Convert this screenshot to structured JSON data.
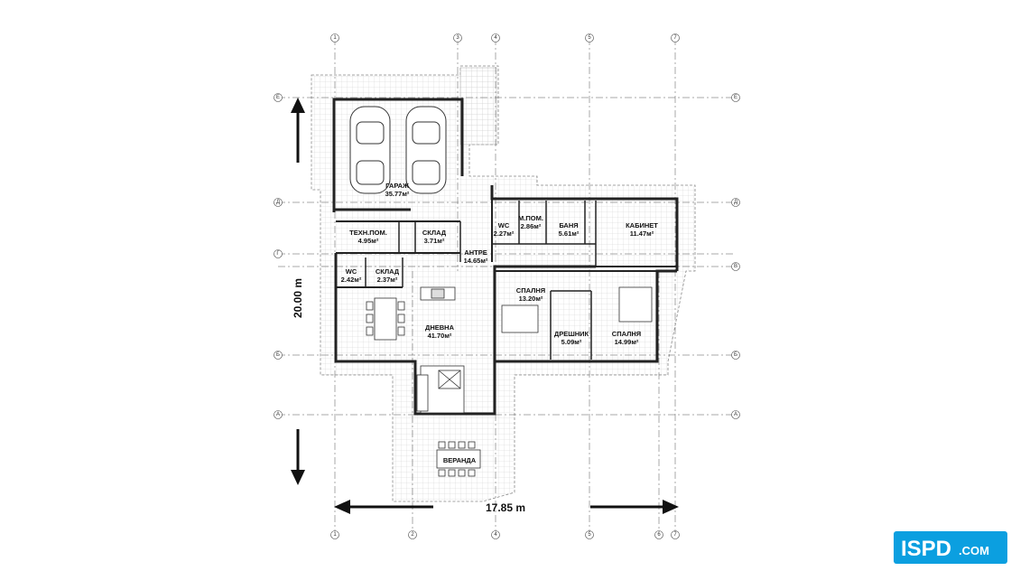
{
  "grid": {
    "vertical": [
      "1",
      "3",
      "4",
      "5",
      "7",
      "2",
      "4",
      "5",
      "6",
      "7"
    ],
    "horizontal": [
      "Е",
      "Д",
      "Г",
      "В",
      "Б",
      "А"
    ]
  },
  "rooms": [
    {
      "id": "garage",
      "name": "ГАРАЖ",
      "area": "35.77м²"
    },
    {
      "id": "tech",
      "name": "ТЕХН.ПОМ.",
      "area": "4.95м²"
    },
    {
      "id": "storage1",
      "name": "СКЛАД",
      "area": "3.71м²"
    },
    {
      "id": "wc1",
      "name": "WC",
      "area": "2.27м²"
    },
    {
      "id": "mpom",
      "name": "М.ПОМ.",
      "area": "2.86м²"
    },
    {
      "id": "bath",
      "name": "БАНЯ",
      "area": "5.61м²"
    },
    {
      "id": "office",
      "name": "КАБИНЕТ",
      "area": "11.47м²"
    },
    {
      "id": "hall",
      "name": "АНТРЕ",
      "area": "14.65м²"
    },
    {
      "id": "wc2",
      "name": "WC",
      "area": "2.42м²"
    },
    {
      "id": "storage2",
      "name": "СКЛАД",
      "area": "2.37м²"
    },
    {
      "id": "bed1",
      "name": "СПАЛНЯ",
      "area": "13.20м²"
    },
    {
      "id": "living",
      "name": "ДНЕВНА",
      "area": "41.70м²"
    },
    {
      "id": "closet",
      "name": "ДРЕШНИК",
      "area": "5.09м²"
    },
    {
      "id": "bed2",
      "name": "СПАЛНЯ",
      "area": "14.99м²"
    },
    {
      "id": "veranda",
      "name": "ВЕРАНДА",
      "area": ""
    }
  ],
  "dimensions": {
    "width": "17.85 m",
    "height": "20.00 m"
  },
  "logo": {
    "text": "ISPD",
    "suffix": ".COM",
    "color": "#0b9fe0"
  }
}
